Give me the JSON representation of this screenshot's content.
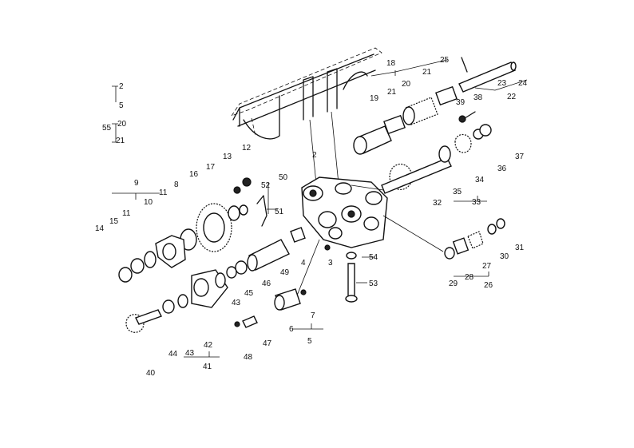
{
  "labels": [
    {
      "id": "l2",
      "text": "2"
    },
    {
      "id": "l2b",
      "text": "2"
    },
    {
      "id": "l3",
      "text": "3"
    },
    {
      "id": "l4",
      "text": "4"
    },
    {
      "id": "l5",
      "text": "5"
    },
    {
      "id": "l5b",
      "text": "5"
    },
    {
      "id": "l6",
      "text": "6"
    },
    {
      "id": "l7",
      "text": "7"
    },
    {
      "id": "l8",
      "text": "8"
    },
    {
      "id": "l9",
      "text": "9"
    },
    {
      "id": "l10",
      "text": "10"
    },
    {
      "id": "l11",
      "text": "11"
    },
    {
      "id": "l11b",
      "text": "11"
    },
    {
      "id": "l12",
      "text": "12"
    },
    {
      "id": "l13",
      "text": "13"
    },
    {
      "id": "l14",
      "text": "14"
    },
    {
      "id": "l15",
      "text": "15"
    },
    {
      "id": "l16",
      "text": "16"
    },
    {
      "id": "l17",
      "text": "17"
    },
    {
      "id": "l18",
      "text": "18"
    },
    {
      "id": "l19",
      "text": "19"
    },
    {
      "id": "l20",
      "text": "20"
    },
    {
      "id": "l20b",
      "text": "20"
    },
    {
      "id": "l21",
      "text": "21"
    },
    {
      "id": "l21b",
      "text": "21"
    },
    {
      "id": "l21c",
      "text": "21"
    },
    {
      "id": "l22",
      "text": "22"
    },
    {
      "id": "l23",
      "text": "23"
    },
    {
      "id": "l24",
      "text": "24"
    },
    {
      "id": "l25",
      "text": "25"
    },
    {
      "id": "l26",
      "text": "26"
    },
    {
      "id": "l27",
      "text": "27"
    },
    {
      "id": "l28",
      "text": "28"
    },
    {
      "id": "l29",
      "text": "29"
    },
    {
      "id": "l30",
      "text": "30"
    },
    {
      "id": "l31",
      "text": "31"
    },
    {
      "id": "l32",
      "text": "32"
    },
    {
      "id": "l33",
      "text": "33"
    },
    {
      "id": "l34",
      "text": "34"
    },
    {
      "id": "l35",
      "text": "35"
    },
    {
      "id": "l36",
      "text": "36"
    },
    {
      "id": "l37",
      "text": "37"
    },
    {
      "id": "l38",
      "text": "38"
    },
    {
      "id": "l39",
      "text": "39"
    },
    {
      "id": "l40",
      "text": "40"
    },
    {
      "id": "l41",
      "text": "41"
    },
    {
      "id": "l42",
      "text": "42"
    },
    {
      "id": "l43",
      "text": "43"
    },
    {
      "id": "l43b",
      "text": "43"
    },
    {
      "id": "l44",
      "text": "44"
    },
    {
      "id": "l45",
      "text": "45"
    },
    {
      "id": "l46",
      "text": "46"
    },
    {
      "id": "l47",
      "text": "47"
    },
    {
      "id": "l48",
      "text": "48"
    },
    {
      "id": "l49",
      "text": "49"
    },
    {
      "id": "l50",
      "text": "50"
    },
    {
      "id": "l51",
      "text": "51"
    },
    {
      "id": "l52",
      "text": "52"
    },
    {
      "id": "l53",
      "text": "53"
    },
    {
      "id": "l54",
      "text": "54"
    },
    {
      "id": "l55",
      "text": "55"
    }
  ]
}
